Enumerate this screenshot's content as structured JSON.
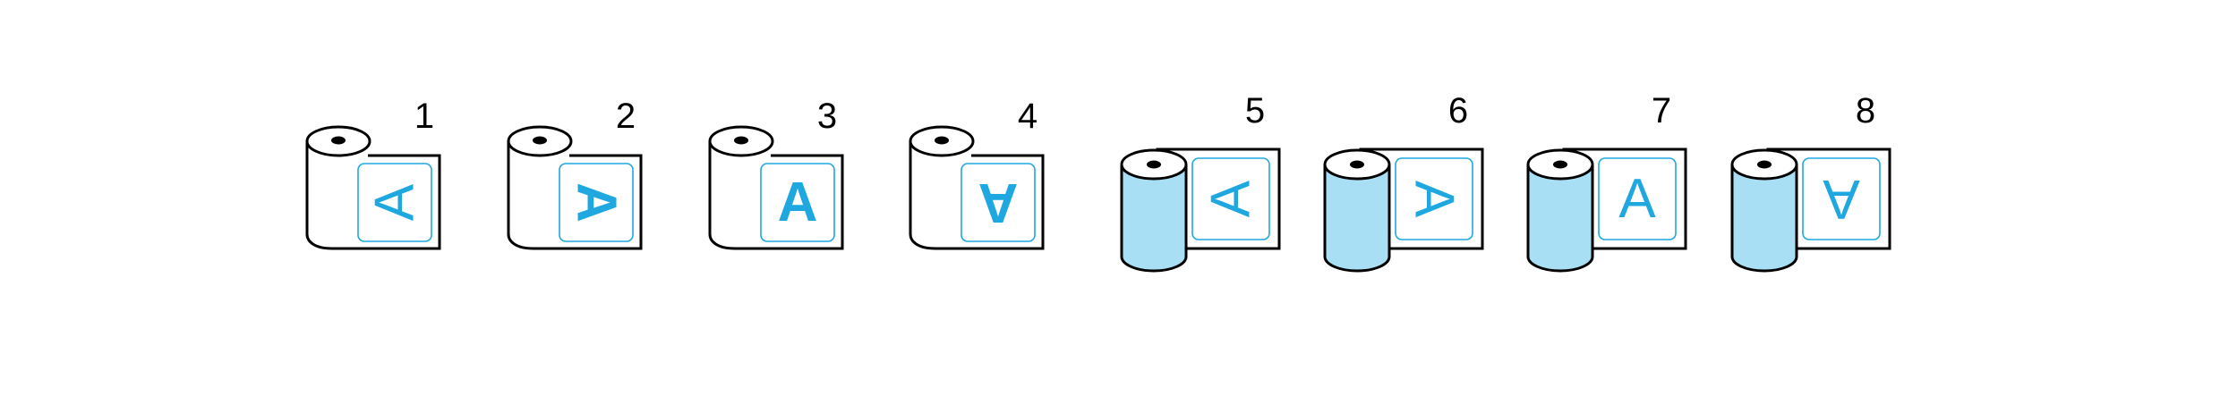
{
  "colors": {
    "outline": "#000000",
    "label_blue": "#1fa8e0",
    "roll_blue": "#a8dff5",
    "paper": "#ffffff"
  },
  "rolls": [
    {
      "number": "1",
      "letter": "A",
      "rotation": -90,
      "bold": false,
      "style": "unwind-left"
    },
    {
      "number": "2",
      "letter": "A",
      "rotation": 90,
      "bold": true,
      "style": "unwind-left"
    },
    {
      "number": "3",
      "letter": "A",
      "rotation": 0,
      "bold": true,
      "style": "unwind-left"
    },
    {
      "number": "4",
      "letter": "A",
      "rotation": 180,
      "bold": true,
      "style": "unwind-left"
    },
    {
      "number": "5",
      "letter": "A",
      "rotation": -90,
      "bold": false,
      "style": "unwind-top"
    },
    {
      "number": "6",
      "letter": "A",
      "rotation": 90,
      "bold": false,
      "style": "unwind-top"
    },
    {
      "number": "7",
      "letter": "A",
      "rotation": 0,
      "bold": false,
      "style": "unwind-top"
    },
    {
      "number": "8",
      "letter": "A",
      "rotation": 180,
      "bold": false,
      "style": "unwind-top"
    }
  ]
}
